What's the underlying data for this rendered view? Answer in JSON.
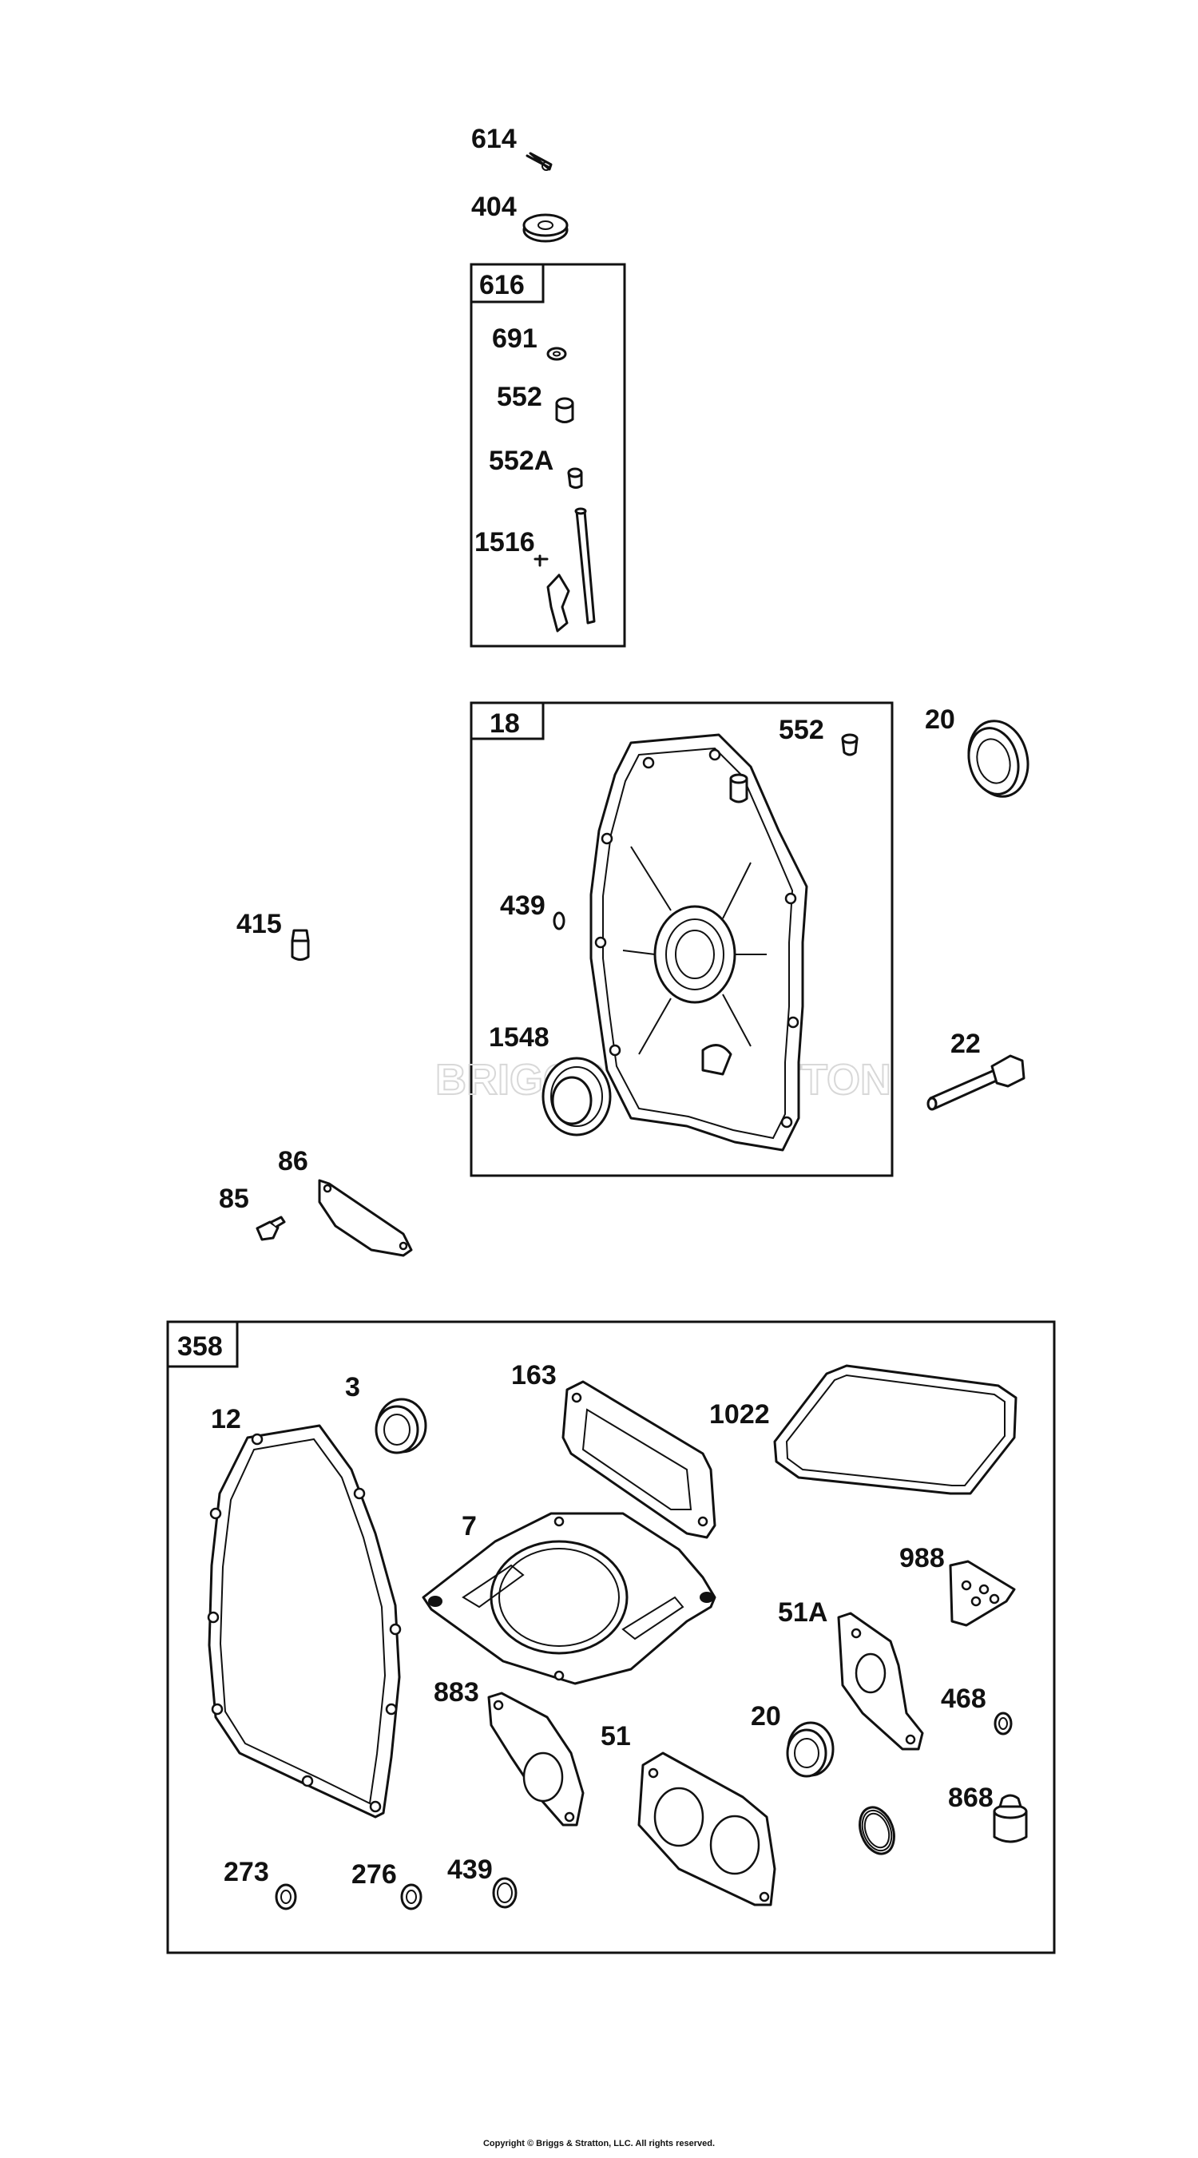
{
  "labels": {
    "p614": "614",
    "p404": "404",
    "p691": "691",
    "p552a": "552",
    "p552A": "552A",
    "p1516": "1516",
    "p552b": "552",
    "p20a": "20",
    "p415": "415",
    "p439a": "439",
    "p1548": "1548",
    "p22": "22",
    "p86": "86",
    "p85": "85",
    "p3": "3",
    "p163": "163",
    "p1022": "1022",
    "p12": "12",
    "p7": "7",
    "p988": "988",
    "p51A": "51A",
    "p883": "883",
    "p20b": "20",
    "p468": "468",
    "p51": "51",
    "p868": "868",
    "p273": "273",
    "p276": "276",
    "p439b": "439"
  },
  "boxes": {
    "kit616": "616",
    "cover18": "18",
    "gasket358": "358"
  },
  "watermark": "BRIGGS & STRATTON",
  "copyright": "Copyright © Briggs & Stratton, LLC. All rights reserved."
}
